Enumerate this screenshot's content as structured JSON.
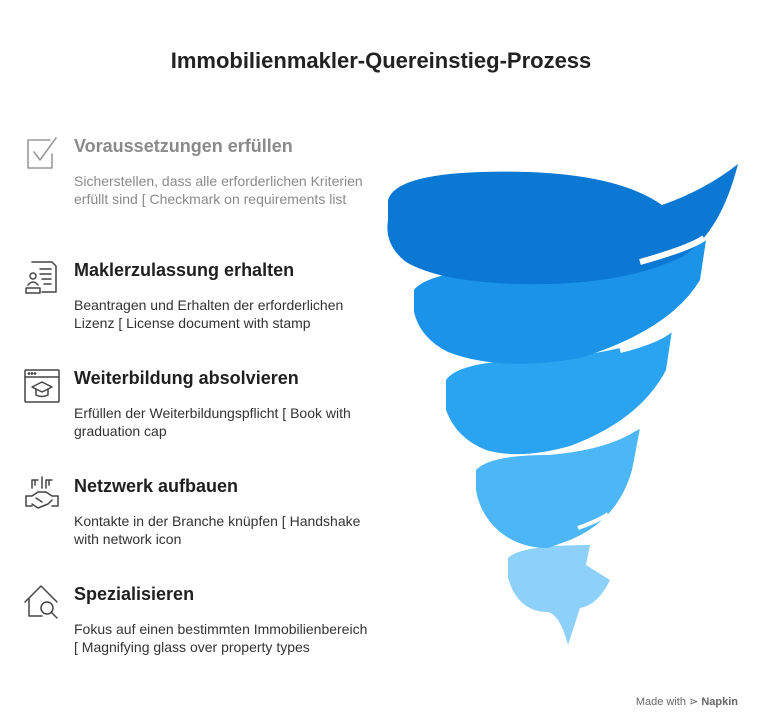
{
  "title": "Immobilienmakler-Quereinstieg-Prozess",
  "steps": [
    {
      "heading": "Voraussetzungen erfüllen",
      "description": "Sicherstellen, dass alle erforderlichen Kriterien erfüllt sind [ Checkmark on requirements list",
      "icon": "checkbox-icon",
      "muted": true
    },
    {
      "heading": "Maklerzulassung erhalten",
      "description": "Beantragen und Erhalten der erforderlichen Lizenz [ License document with stamp",
      "icon": "license-document-icon",
      "muted": false
    },
    {
      "heading": "Weiterbildung absolvieren",
      "description": "Erfüllen der Weiterbildungspflicht [ Book with graduation cap",
      "icon": "graduation-cap-icon",
      "muted": false
    },
    {
      "heading": "Netzwerk aufbauen",
      "description": "Kontakte in der Branche knüpfen [ Handshake with network icon",
      "icon": "handshake-icon",
      "muted": false
    },
    {
      "heading": "Spezialisieren",
      "description": "Fokus auf einen bestimmten Immobilienbereich [ Magnifying glass over property types",
      "icon": "house-search-icon",
      "muted": false
    }
  ],
  "funnel_colors": [
    "#0b78d4",
    "#1a93e8",
    "#2aa3f0",
    "#4cb6f6",
    "#8dd0fa"
  ],
  "footer": {
    "made_with": "Made with",
    "brand": "Napkin"
  }
}
